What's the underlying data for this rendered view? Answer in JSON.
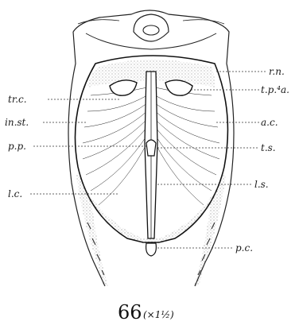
{
  "figure": {
    "number": "66",
    "scale": "(×1½)"
  },
  "labels": {
    "rn": "r.n.",
    "tp4a": "t.p.⁴a.",
    "trc": "tr.c.",
    "inst": "in.st.",
    "ac": "a.c.",
    "pp": "p.p.",
    "ts": "t.s.",
    "lc": "l.c.",
    "ls": "l.s.",
    "pc": "p.c."
  }
}
